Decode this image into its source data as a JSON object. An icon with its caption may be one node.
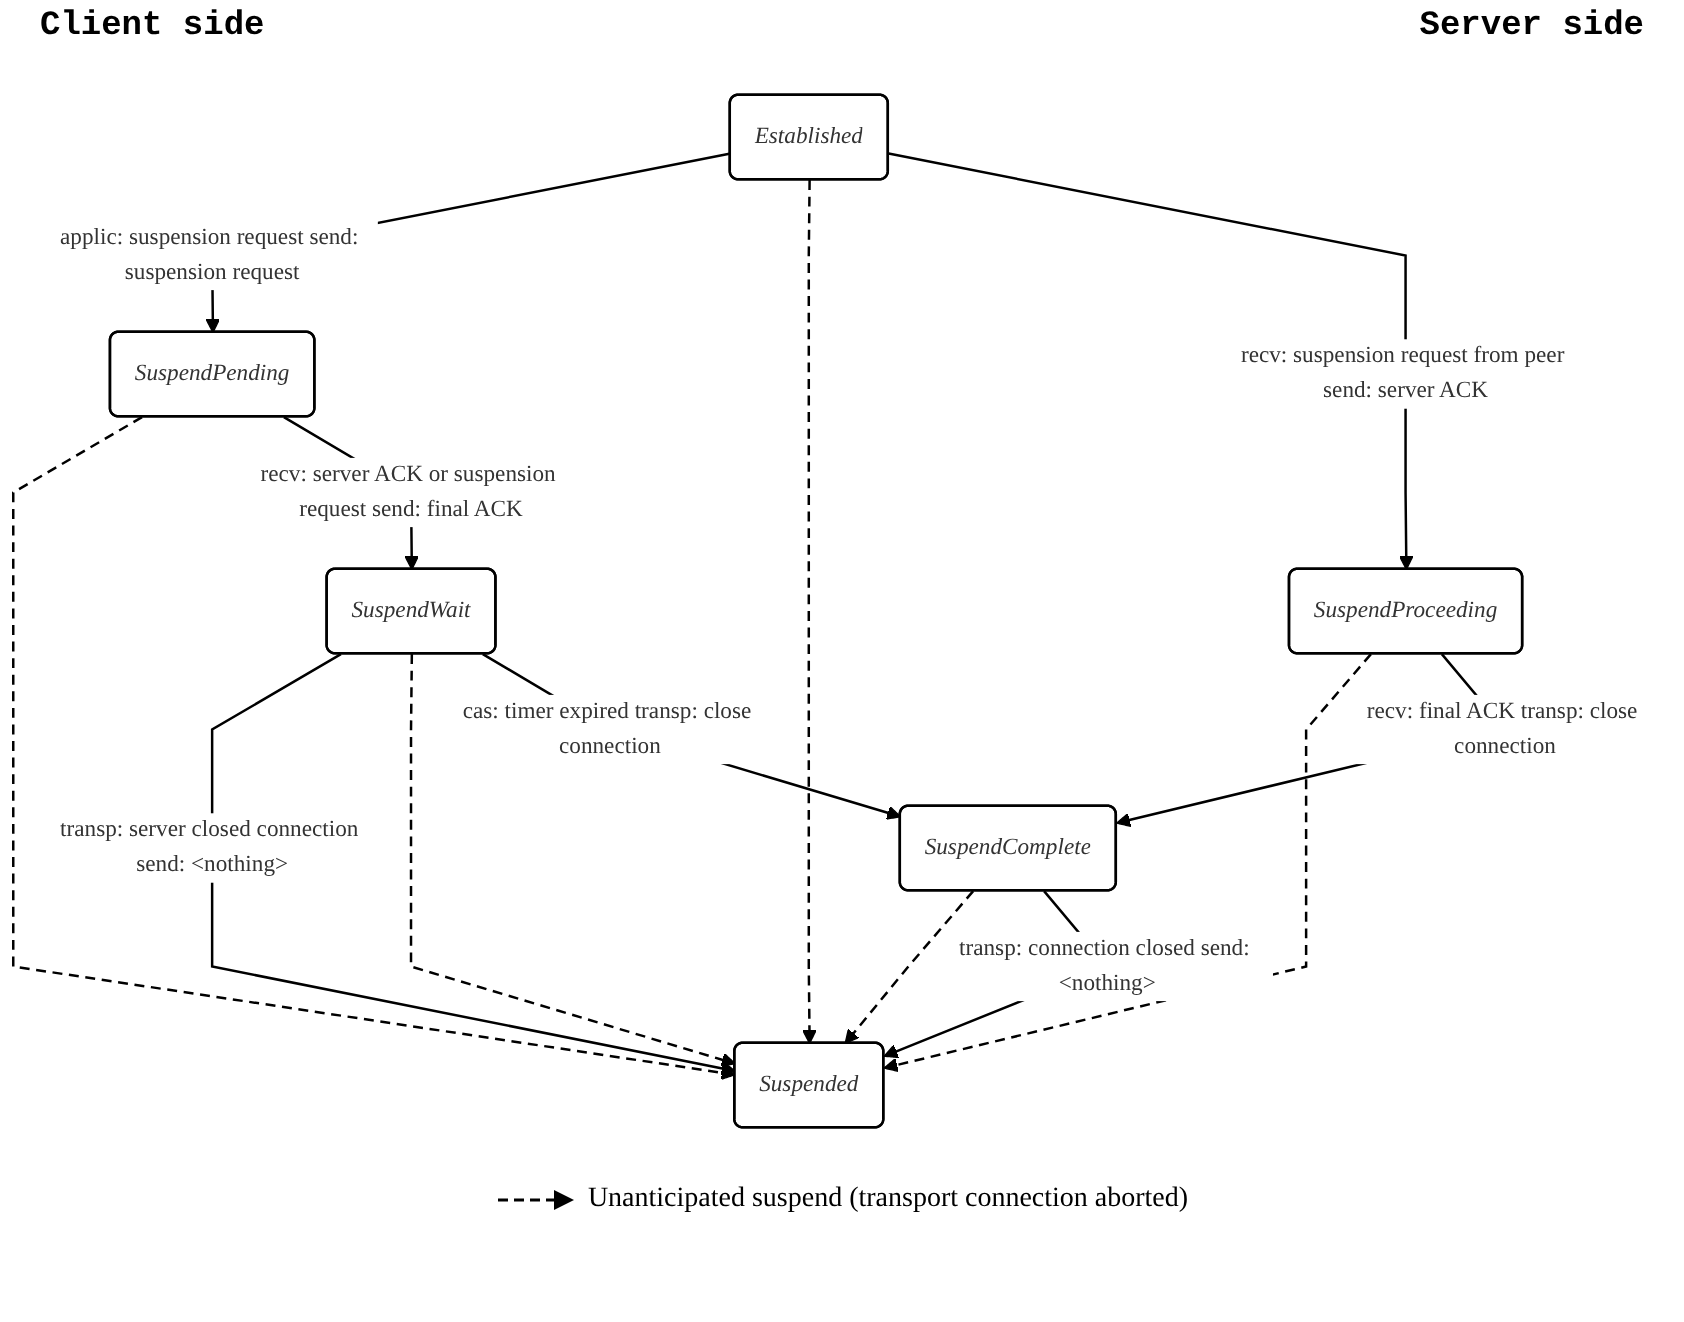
{
  "diagram": {
    "nodes": [
      {
        "text": [
          "Established"
        ]
      },
      {
        "text": [
          "SuspendPending"
        ]
      },
      {
        "text": [
          "Suspended"
        ]
      },
      {
        "text": [
          "SuspendProceeding"
        ]
      },
      {
        "text": [
          "SuspendWait"
        ]
      },
      {
        "text": [
          "SuspendComplete"
        ]
      }
    ],
    "edges": [
      {
        "from": 0,
        "to": 1,
        "arrow": "to",
        "label": "applic: suspension request send: suspension request"
      },
      {
        "from": 0,
        "to": 2,
        "arrow": "to",
        "style": "dashed"
      },
      {
        "from": 0,
        "to": 3,
        "arrow": "to",
        "label": "recv: suspension request from peer send: server ACK"
      },
      {
        "from": 1,
        "to": 2,
        "arrow": "to",
        "style": "dashed"
      },
      {
        "from": 3,
        "to": 2,
        "arrow": "to",
        "style": "dashed"
      },
      {
        "from": 1,
        "to": 4,
        "arrow": "to",
        "label": "recv: server ACK or suspension request send: final ACK"
      },
      {
        "from": 4,
        "to": 2,
        "arrow": "to",
        "label": "transp: server closed connection send: <nothing>"
      },
      {
        "from": 4,
        "to": 2,
        "arrow": "to",
        "style": "dashed"
      },
      {
        "from": 4,
        "to": 5,
        "arrow": "to",
        "label": "cas: timer expired transp: close connection"
      },
      {
        "from": 5,
        "to": 2,
        "arrow": "to",
        "style": "dashed"
      },
      {
        "from": 5,
        "to": 2,
        "arrow": "to",
        "label": "transp: connection closed send: <nothing>"
      },
      {
        "from": 3,
        "to": 5,
        "arrow": "to",
        "label": "recv: final ACK transp: close connection"
      }
    ],
    "labels": [
      "Client side",
      "Server side"
    ],
    "legend": [
      {
        "text": "Unanticipated suspend (transport connection aborted)"
      }
    ]
  }
}
